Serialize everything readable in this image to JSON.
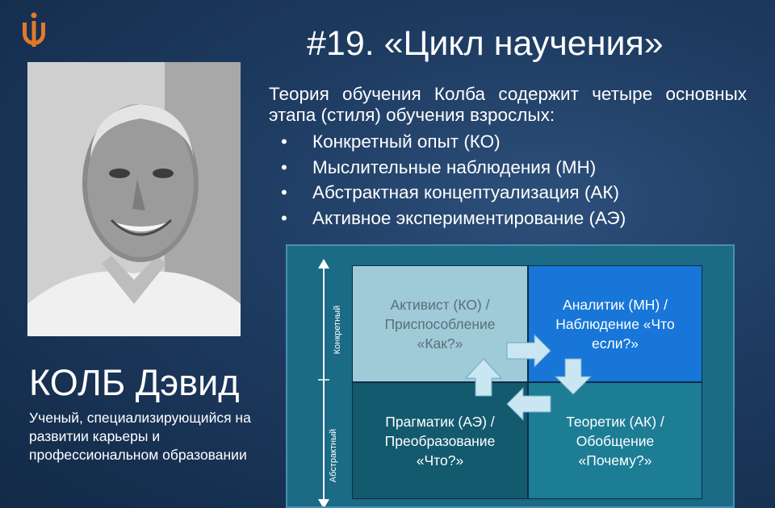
{
  "title": "#19. «Цикл научения»",
  "intro": "Теория обучения Колба содержит четыре основных этапа (стиля) обучения взрослых:",
  "stages": [
    "Конкретный опыт (КО)",
    "Мыслительные наблюдения (МН)",
    "Абстрактная концептуализация (АК)",
    "Активное экспериментирование (АЭ)"
  ],
  "bullet": "•",
  "person": {
    "name": "КОЛБ Дэвид",
    "description": "Ученый, специализирующийся на развитии карьеры и профессиональном образовании"
  },
  "diagram": {
    "axis_top": "Конкретный",
    "axis_bottom": "Абстрактный",
    "cells": {
      "activist": {
        "line1": "Активист (КО) /",
        "line2": "Приспособление",
        "line3": "«Как?»"
      },
      "analyst": {
        "line1": "Аналитик (МН) /",
        "line2": "Наблюдение «Что",
        "line3": "если?»"
      },
      "pragmatic": {
        "line1": "Прагматик (АЭ) /",
        "line2": "Преобразование",
        "line3": "«Что?»"
      },
      "theorist": {
        "line1": "Теоретик (АК) /",
        "line2": "Обобщение",
        "line3": "«Почему?»"
      }
    }
  },
  "colors": {
    "logo": "#e07a2c",
    "activist_cell": "#9fcad8",
    "analyst_cell": "#1776d8",
    "pragmatic_cell": "#135a6e",
    "theorist_cell": "#1c7d95",
    "arrow": "#c9e6f2"
  }
}
